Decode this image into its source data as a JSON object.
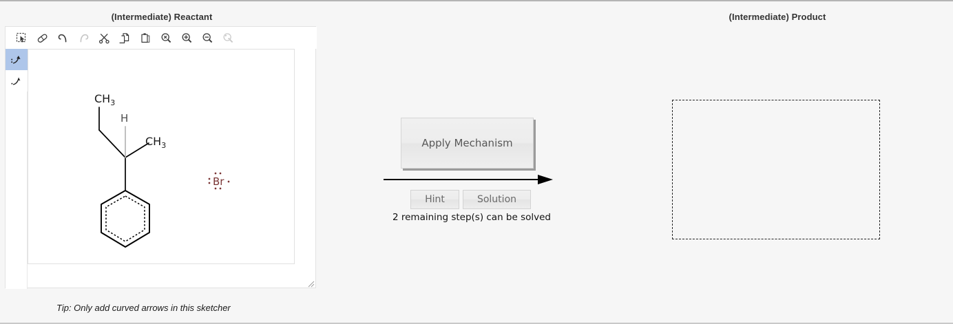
{
  "columns": {
    "reactant_title": "(Intermediate) Reactant",
    "product_title": "(Intermediate) Product"
  },
  "sketcher": {
    "tip": "Tip: Only add curved arrows in this sketcher",
    "toolbar": [
      {
        "name": "select-icon",
        "label": "Select",
        "enabled": true
      },
      {
        "name": "eraser-icon",
        "label": "Erase",
        "enabled": true
      },
      {
        "name": "undo-icon",
        "label": "Undo",
        "enabled": true
      },
      {
        "name": "redo-icon",
        "label": "Redo",
        "enabled": false
      },
      {
        "name": "cut-icon",
        "label": "Cut",
        "enabled": true
      },
      {
        "name": "copy-icon",
        "label": "Copy",
        "enabled": true
      },
      {
        "name": "paste-icon",
        "label": "Paste",
        "enabled": true
      },
      {
        "name": "zoom-reset-icon",
        "label": "Reset Zoom",
        "enabled": true
      },
      {
        "name": "zoom-in-icon",
        "label": "Zoom In",
        "enabled": true
      },
      {
        "name": "zoom-out-icon",
        "label": "Zoom Out",
        "enabled": true
      },
      {
        "name": "zoom-region-icon",
        "label": "Zoom Region",
        "enabled": false
      }
    ],
    "tools": [
      {
        "name": "curved-arrow-double-tool",
        "label": "Curved arrow (two electrons)",
        "selected": true
      },
      {
        "name": "curved-arrow-single-tool",
        "label": "Fishhook arrow (one electron)",
        "selected": false
      }
    ]
  },
  "molecule": {
    "name": "sec-butylbenzene",
    "labels": {
      "methyl_top": "CH",
      "methyl_top_sub": "3",
      "hydrogen": "H",
      "methyl_right": "CH",
      "methyl_right_sub": "3",
      "bromine": "Br"
    },
    "colors": {
      "bond": "#000000",
      "implicit_hydrogen_bond": "#b0b0b0",
      "bromine": "#7a3535",
      "carbon_label": "#1a1a1a"
    },
    "bromine_electrons": {
      "left_pair": 2,
      "top_pair": 2,
      "bottom_pair": 2,
      "right_single": 1
    }
  },
  "center": {
    "apply_label": "Apply Mechanism",
    "hint_label": "Hint",
    "solution_label": "Solution",
    "status": "2 remaining step(s) can be solved"
  },
  "theme": {
    "page_background": "#f6f6f6",
    "panel_background": "#ffffff",
    "accent_selected": "#aec6ea",
    "border": "#e2e2e2",
    "text": "#333333"
  }
}
